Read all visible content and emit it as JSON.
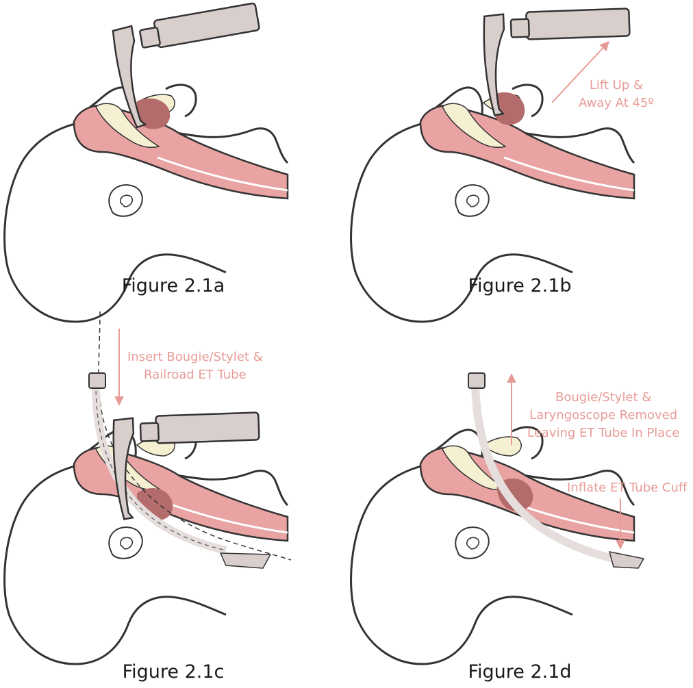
{
  "figures": [
    {
      "caption": "Figure 2.1a"
    },
    {
      "caption": "Figure 2.1b",
      "note": [
        "Lift Up &",
        "Away At 45º"
      ]
    },
    {
      "caption": "Figure 2.1c",
      "note": [
        "Insert Bougie/Stylet &",
        "Railroad ET Tube"
      ]
    },
    {
      "caption": "Figure 2.1d",
      "note": [
        "Bougie/Stylet &",
        "Laryngoscope Removed",
        "Leaving ET Tube In Place"
      ],
      "cuff_note": "Inflate ET Tube Cuff"
    }
  ],
  "colors": {
    "outline": "#333333",
    "airway": "#e9a3a3",
    "airway_dark": "#d98b8b",
    "tongue_bone": "#f6f0d3",
    "epiglottis": "#b36b6b",
    "scope": "#d8cfcd",
    "tube": "#e6dedc",
    "annotation": "#e79b96"
  }
}
